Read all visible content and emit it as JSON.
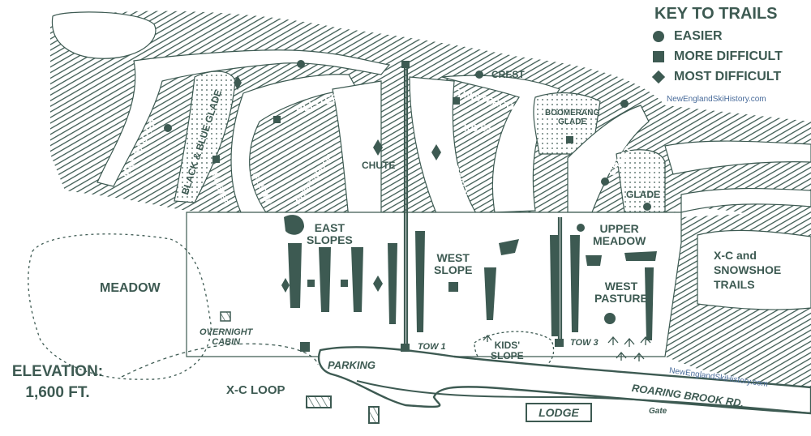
{
  "key": {
    "title": "KEY TO TRAILS",
    "items": [
      {
        "symbol": "circle",
        "label": "EASIER"
      },
      {
        "symbol": "square",
        "label": "MORE DIFFICULT"
      },
      {
        "symbol": "diamond",
        "label": "MOST DIFFICULT"
      }
    ]
  },
  "watermarks": [
    "NewEnglandSkiHistory.com",
    "NewEnglandSkiHistory.com"
  ],
  "elevation": {
    "label": "ELEVATION:",
    "value": "1,600 FT."
  },
  "trails": {
    "xc_trails": "X- C\nTRAILS",
    "max_sauter_top": "MAX SAUTER",
    "max_sauter_side": "MAX SAUTER",
    "black_blue_glade": "BLACK & BLUE GLADE",
    "blister_top": "BLISTER",
    "blister_1": "BLISTER",
    "blister_2": "BLISTER",
    "whiffenpoof": "WHIFFENPOOF",
    "chute": "CHUTE",
    "broken_pillow": "BROKEN\nPILLOW",
    "crest_top": "CREST",
    "twisteroo": "TWISTEROO",
    "kd53": "KD 53",
    "boomerang_glade": "BOOMERANG\nGLADE",
    "crest_cutoff": "CREST CUT-OFF",
    "crest_side": "CREST",
    "glade": "GLADE",
    "east_slopes": "EAST\nSLOPES",
    "west_slope": "WEST\nSLOPE",
    "upper_meadow": "UPPER\nMEADOW",
    "west_pasture": "WEST\nPASTURE",
    "xc_snowshoe": "X-C and\nSNOWSHOE\nTRAILS",
    "meadow": "MEADOW",
    "overnight_cabin": "OVERNIGHT\nCABIN",
    "xc_loop": "X-C LOOP",
    "parking": "PARKING",
    "tow1": "TOW 1",
    "tow3": "TOW 3",
    "kids_slope": "KIDS'\nSLOPE",
    "lodge": "LODGE",
    "roaring_brook": "ROARING BROOK RD.",
    "gate": "Gate"
  },
  "colors": {
    "ink": "#3d5a52",
    "paper": "#ffffff",
    "watermark": "#4a6c9b"
  }
}
